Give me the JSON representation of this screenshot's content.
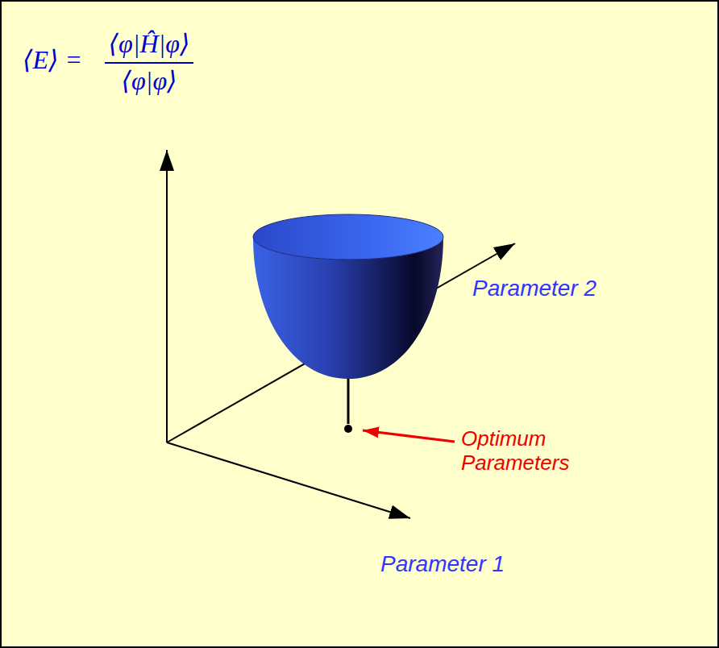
{
  "diagram": {
    "labels": [
      "⟨E⟩ =",
      "⟨φ|Ĥ|φ⟩",
      "⟨φ|φ⟩",
      "Parameter 2",
      "Parameter 1",
      "Optimum Parameters"
    ]
  }
}
